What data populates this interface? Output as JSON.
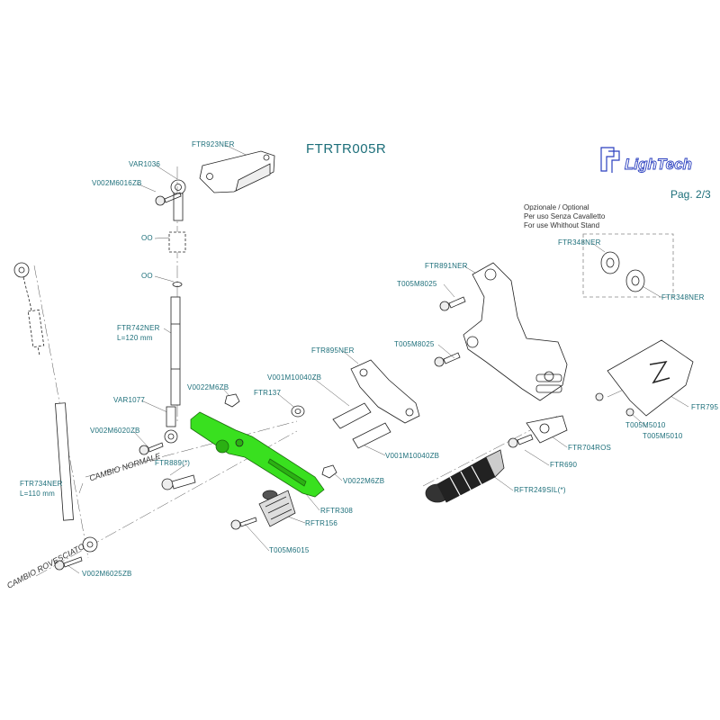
{
  "doc": {
    "title": "FTRTR005R",
    "page": "Pag. 2/3",
    "brand": "LighTech",
    "note": [
      "Opzionale / Optional",
      "Per uso Senza Cavalletto",
      "For use Whithout Stand"
    ]
  },
  "labels": {
    "ftr923ner": "FTR923NER",
    "var1036": "VAR1036",
    "v002m6016zb": "V002M6016ZB",
    "oo_1": "OO",
    "oo_2": "OO",
    "ftr742ner": "FTR742NER",
    "ftr742ner_len": "L=120 mm",
    "var1077": "VAR1077",
    "v002m6020zb": "V002M6020ZB",
    "ftr734ner": "FTR734NER",
    "ftr734ner_len": "L=110 mm",
    "v002m6025zb": "V002M6025ZB",
    "v0022m6zb_1": "V0022M6ZB",
    "ftr137": "FTR137",
    "v001m10040zb_1": "V001M10040ZB",
    "ftr895ner": "FTR895NER",
    "v001m10040zb_2": "V001M10040ZB",
    "v0022m6zb_2": "V0022M6ZB",
    "ftr889": "FTR889(*)",
    "rftr308": "RFTR308",
    "rftr156": "RFTR156",
    "t005m6015": "T005M6015",
    "ftr891ner": "FTR891NER",
    "t005m8025_1": "T005M8025",
    "t005m8025_2": "T005M8025",
    "ftr348ner_1": "FTR348NER",
    "ftr348ner_2": "FTR348NER",
    "ftr795": "FTR795",
    "t005m5010_1": "T005M5010",
    "t005m5010_2": "T005M5010",
    "ftr704ros": "FTR704ROS",
    "ftr690": "FTR690",
    "rftr249sil": "RFTR249SIL(*)",
    "cambio_normale": "CAMBIO NORMALE",
    "cambio_rovesciato": "CAMBIO ROVESCIATO"
  },
  "colors": {
    "label": "#1d6f7a",
    "highlight": "#39e01f",
    "logo": "#2a3fbf",
    "line": "#222222"
  }
}
